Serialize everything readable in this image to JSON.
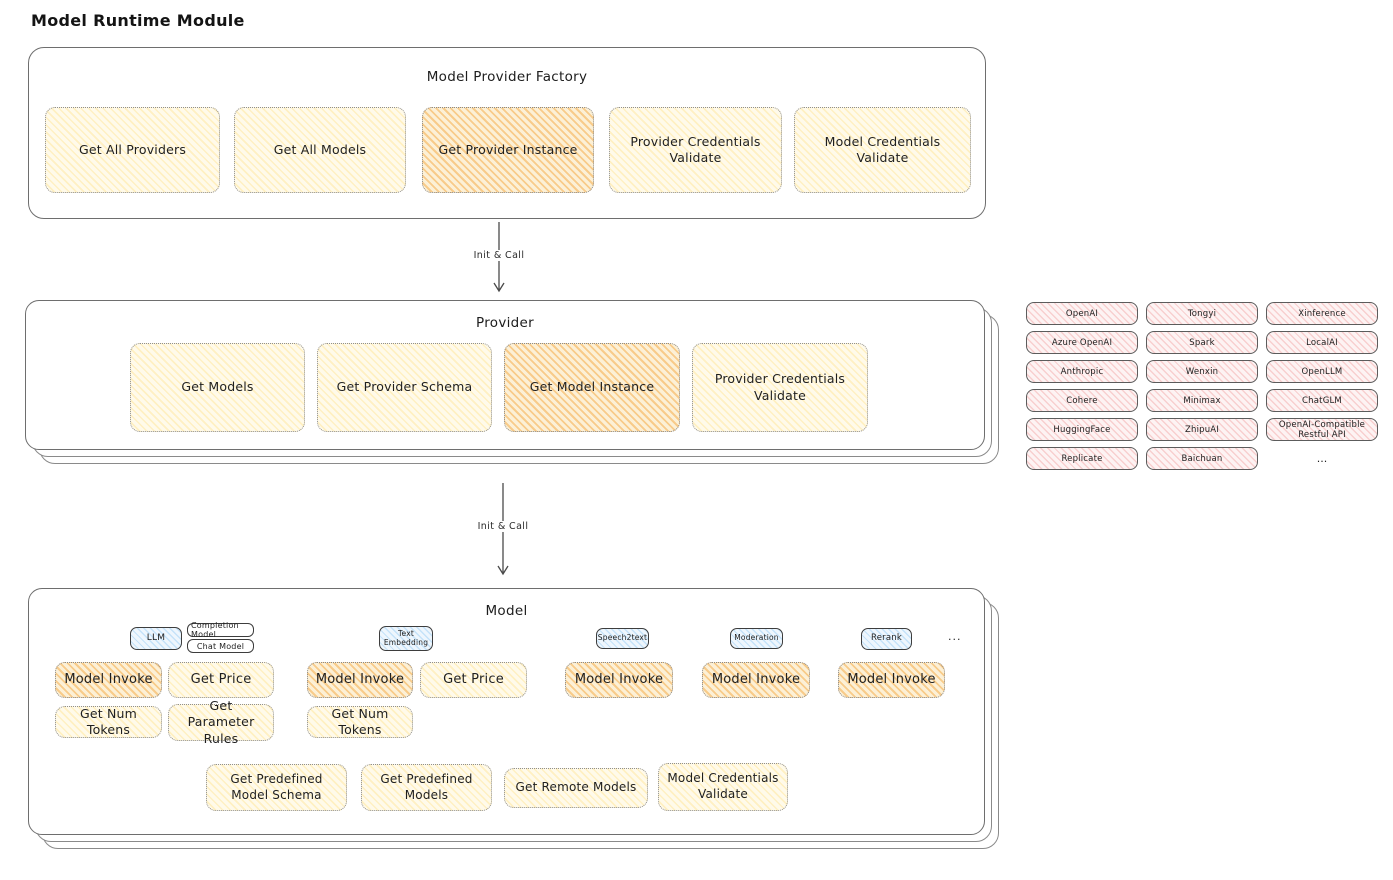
{
  "page_title": "Model Runtime Module",
  "arrow1_label": "Init & Call",
  "arrow2_label": "Init & Call",
  "factory": {
    "title": "Model Provider Factory",
    "boxes": [
      "Get All Providers",
      "Get All Models",
      "Get Provider Instance",
      "Provider Credentials Validate",
      "Model Credentials Validate"
    ]
  },
  "provider": {
    "title": "Provider",
    "boxes": [
      "Get Models",
      "Get Provider Schema",
      "Get Model Instance",
      "Provider Credentials Validate"
    ]
  },
  "providers_list": {
    "items": [
      "OpenAI",
      "Tongyi",
      "Xinference",
      "Azure OpenAI",
      "Spark",
      "LocalAI",
      "Anthropic",
      "Wenxin",
      "OpenLLM",
      "Cohere",
      "Minimax",
      "ChatGLM",
      "HuggingFace",
      "ZhipuAI",
      "OpenAI-Compatible Restful API",
      "Replicate",
      "Baichuan"
    ],
    "more": "..."
  },
  "model": {
    "title": "Model",
    "tabs": {
      "llm": "LLM",
      "completion": "Completion Model",
      "chat": "Chat Model",
      "text_embedding": "Text Embedding",
      "speech2text": "Speech2text",
      "moderation": "Moderation",
      "rerank": "Rerank",
      "more": "..."
    },
    "ops": {
      "model_invoke": "Model Invoke",
      "get_price": "Get Price",
      "get_num_tokens": "Get Num Tokens",
      "get_parameter_rules": "Get Parameter Rules",
      "get_predefined_model_schema": "Get Predefined Model Schema",
      "get_predefined_models": "Get Predefined Models",
      "get_remote_models": "Get Remote Models",
      "model_credentials_validate": "Model Credentials Validate"
    }
  },
  "colors": {
    "node_yellow": "#fffaea",
    "node_yellow_hatch": "#ffd666",
    "node_orange": "#fcf0d6",
    "node_orange_hatch": "#f4a63e",
    "provider_pink": "#fdf3f3",
    "provider_pink_hatch": "#f09494",
    "tab_blue": "#eef6fd",
    "tab_blue_hatch": "#82c3f2",
    "frame_border": "#6e6e6e",
    "text": "#1f1f1f"
  }
}
